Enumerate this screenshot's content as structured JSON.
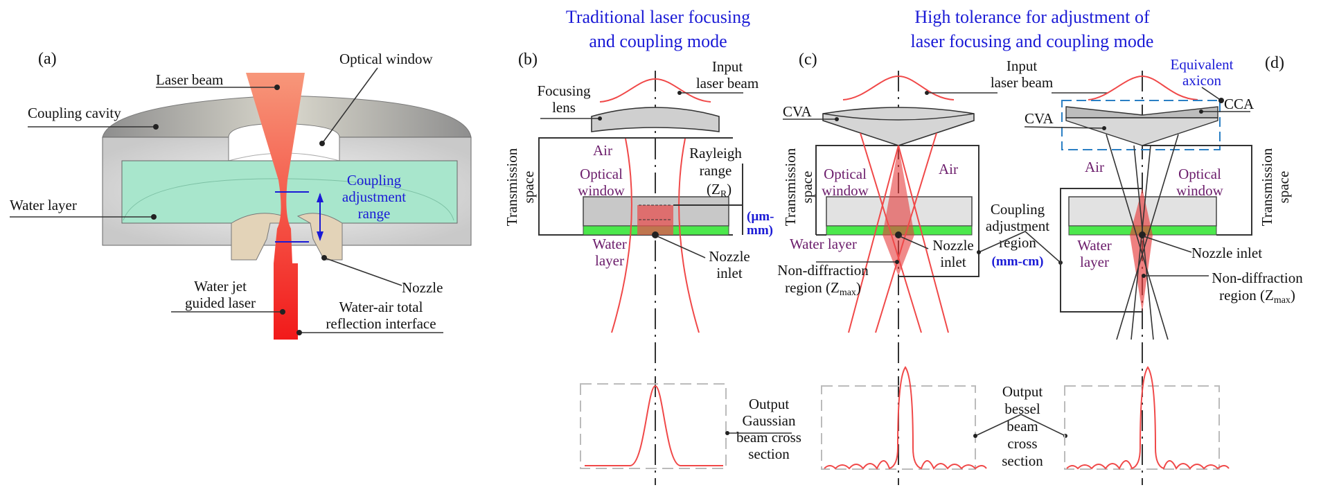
{
  "colors": {
    "title": "#1a1ad6",
    "material_label": "#6b1c6b",
    "laser": "#f04848",
    "water": "#4ce84c",
    "window": "#d9d9d9",
    "water_layer_a": "#a8e6cc",
    "dashed_box": "#2a7fc4",
    "nozzle": "#e3d3b8"
  },
  "titles": {
    "traditional": [
      "Traditional laser focusing",
      "and coupling mode"
    ],
    "high_tolerance": [
      "High tolerance for adjustment of",
      "laser focusing and coupling mode"
    ]
  },
  "panel_a": {
    "tag": "(a)",
    "labels": {
      "laser_beam": "Laser beam",
      "optical_window": "Optical window",
      "coupling_cavity": "Coupling cavity",
      "water_layer": "Water layer",
      "coupling_range": [
        "Coupling",
        "adjustment",
        "range"
      ],
      "nozzle": "Nozzle",
      "water_jet": [
        "Water jet",
        "guided laser"
      ],
      "interface": [
        "Water-air total",
        "reflection interface"
      ]
    }
  },
  "panel_b": {
    "tag": "(b)",
    "labels": {
      "input_beam": [
        "Input",
        "laser beam"
      ],
      "focusing_lens": [
        "Focusing",
        "lens"
      ],
      "transmission_space": [
        "Transmission",
        "space"
      ],
      "air": "Air",
      "optical_window": [
        "Optical",
        "window"
      ],
      "rayleigh": [
        "Rayleigh",
        "range",
        "(Z",
        "R",
        ")"
      ],
      "range_units": [
        "(µm-",
        "mm)"
      ],
      "water_layer": [
        "Water",
        "layer"
      ],
      "nozzle_inlet": [
        "Nozzle",
        "inlet"
      ],
      "output": [
        "Output",
        "Gaussian",
        "beam cross",
        "section"
      ]
    }
  },
  "panel_c": {
    "tag": "(c)",
    "labels": {
      "input_beam": [
        "Input",
        "laser beam"
      ],
      "cva": "CVA",
      "transmission_space": [
        "Transmission",
        "space"
      ],
      "optical_window": [
        "Optical",
        "window"
      ],
      "air": "Air",
      "water_layer": "Water layer",
      "nozzle_inlet": [
        "Nozzle",
        "inlet"
      ],
      "non_diffraction": [
        "Non-diffraction",
        "region (Z",
        "max",
        ")"
      ],
      "coupling_region": [
        "Coupling",
        "adjustment",
        "region"
      ],
      "region_units": "(mm-cm)",
      "output": [
        "Output",
        "bessel",
        "beam",
        "cross",
        "section"
      ]
    }
  },
  "panel_d": {
    "tag": "(d)",
    "labels": {
      "equivalent_axicon": [
        "Equivalent",
        "axicon"
      ],
      "cca": "CCA",
      "cva": "CVA",
      "air": "Air",
      "optical_window": [
        "Optical",
        "window"
      ],
      "transmission_space": [
        "Transmission",
        "space"
      ],
      "water_layer": [
        "Water",
        "layer"
      ],
      "nozzle_inlet": "Nozzle inlet",
      "non_diffraction": [
        "Non-diffraction",
        "region (Z",
        "max",
        ")"
      ]
    }
  }
}
